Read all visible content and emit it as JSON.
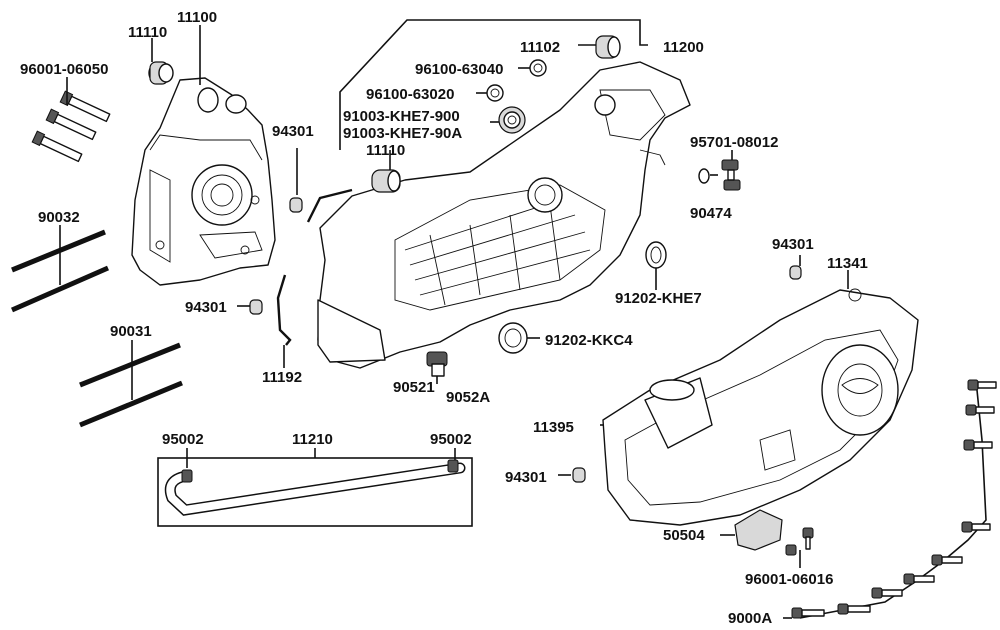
{
  "labels": {
    "l11100": "11100",
    "l11110a": "11110",
    "l96001_06050": "96001-06050",
    "l90032": "90032",
    "l94301a": "94301",
    "l94301b": "94301",
    "l11192": "11192",
    "l90031": "90031",
    "l95002a": "95002",
    "l11210": "11210",
    "l95002b": "95002",
    "l11102": "11102",
    "l11200": "11200",
    "l96100_63040": "96100-63040",
    "l96100_63020": "96100-63020",
    "l91003_KHE7_900": "91003-KHE7-900",
    "l91003_KHE7_90A": "91003-KHE7-90A",
    "l11110b": "11110",
    "l95701_08012": "95701-08012",
    "l90474": "90474",
    "l94301c": "94301",
    "l11341": "11341",
    "l91202_KHE7": "91202-KHE7",
    "l91202_KKC4": "91202-KKC4",
    "l90521": "90521",
    "l9052A": "9052A",
    "l11395": "11395",
    "l94301d": "94301",
    "l50504": "50504",
    "l96001_06016": "96001-06016",
    "l9000A": "9000A"
  }
}
